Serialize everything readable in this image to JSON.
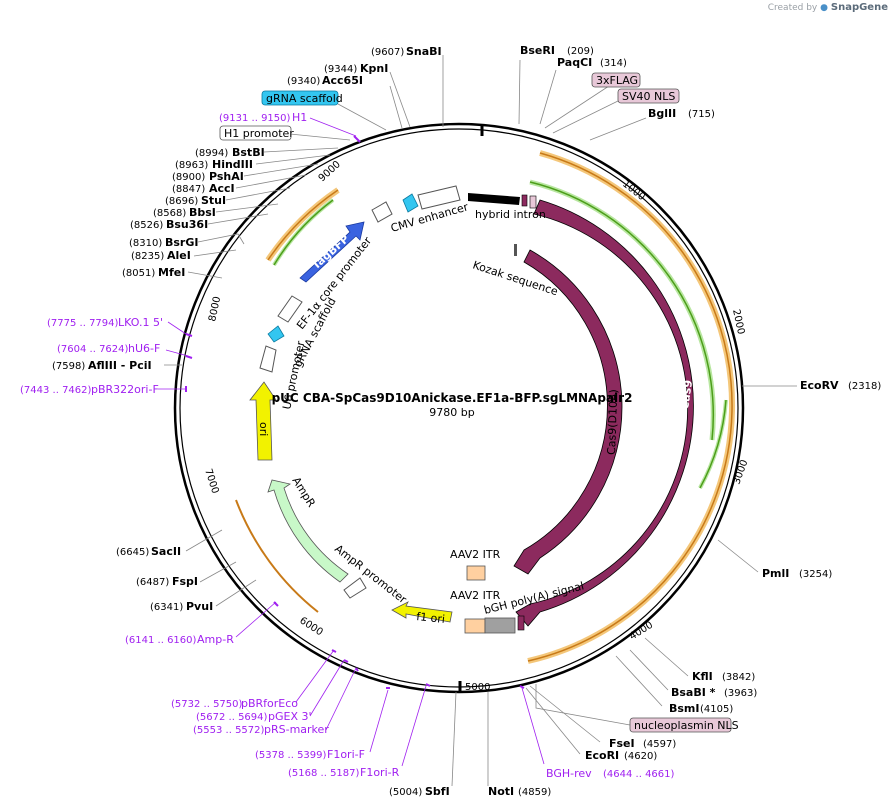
{
  "app": {
    "credit_prefix": "Created by",
    "credit_brand": "SnapGene"
  },
  "plasmid": {
    "name": "pUC CBA-SpCas9D10Anickase.EF1a-BFP.sgLMNApair2",
    "length_label": "9780 bp",
    "length": 9780
  },
  "ticks": [
    "1000",
    "2000",
    "3000",
    "4000",
    "5000",
    "6000",
    "7000",
    "8000",
    "9000"
  ],
  "sites_right": [
    {
      "name": "BseRI",
      "pos": "(209)"
    },
    {
      "name": "PaqCI",
      "pos": "(314)"
    },
    {
      "name": "BglII",
      "pos": "(715)"
    },
    {
      "name": "EcoRV",
      "pos": "(2318)"
    },
    {
      "name": "PmlI",
      "pos": "(3254)"
    },
    {
      "name": "KflI",
      "pos": "(3842)"
    },
    {
      "name": "BsaBI *",
      "pos": "(3963)"
    },
    {
      "name": "BsmI",
      "pos": "(4105)"
    },
    {
      "name": "FseI",
      "pos": "(4597)"
    },
    {
      "name": "EcoRI",
      "pos": "(4620)"
    },
    {
      "name": "NotI",
      "pos": "(4859)"
    }
  ],
  "sites_left": [
    {
      "name": "SnaBI",
      "pos": "(9607)"
    },
    {
      "name": "KpnI",
      "pos": "(9344)"
    },
    {
      "name": "Acc65I",
      "pos": "(9340)"
    },
    {
      "name": "BstBI",
      "pos": "(8994)"
    },
    {
      "name": "HindIII",
      "pos": "(8963)"
    },
    {
      "name": "PshAI",
      "pos": "(8900)"
    },
    {
      "name": "AccI",
      "pos": "(8847)"
    },
    {
      "name": "StuI",
      "pos": "(8696)"
    },
    {
      "name": "BbsI",
      "pos": "(8568)"
    },
    {
      "name": "Bsu36I",
      "pos": "(8526)"
    },
    {
      "name": "BsrGI",
      "pos": "(8310)"
    },
    {
      "name": "AleI",
      "pos": "(8235)"
    },
    {
      "name": "MfeI",
      "pos": "(8051)"
    },
    {
      "name": "AflIII  - PciI",
      "pos": "(7598)"
    },
    {
      "name": "SacII",
      "pos": "(6645)"
    },
    {
      "name": "FspI",
      "pos": "(6487)"
    },
    {
      "name": "PvuI",
      "pos": "(6341)"
    },
    {
      "name": "SbfI",
      "pos": "(5004)"
    }
  ],
  "primers": [
    {
      "name": "H1",
      "pos": "(9131 .. 9150)"
    },
    {
      "name": "LKO.1 5'",
      "pos": "(7775 .. 7794)"
    },
    {
      "name": "hU6-F",
      "pos": "(7604 .. 7624)"
    },
    {
      "name": "pBR322ori-F",
      "pos": "(7443 .. 7462)"
    },
    {
      "name": "Amp-R",
      "pos": "(6141 .. 6160)"
    },
    {
      "name": "pBRforEco",
      "pos": "(5732 .. 5750)"
    },
    {
      "name": "pGEX 3'",
      "pos": "(5672 .. 5694)"
    },
    {
      "name": "pRS-marker",
      "pos": "(5553 .. 5572)"
    },
    {
      "name": "F1ori-F",
      "pos": "(5378 .. 5399)"
    },
    {
      "name": "F1ori-R",
      "pos": "(5168 .. 5187)"
    },
    {
      "name": "BGH-rev",
      "pos": "(4644 .. 4661)"
    }
  ],
  "boxed_features": [
    {
      "label": "3xFLAG",
      "color": "#e8c8d8"
    },
    {
      "label": "SV40 NLS",
      "color": "#e8c8d8"
    },
    {
      "label": "gRNA scaffold",
      "color": "#33c6f0"
    },
    {
      "label": "H1 promoter",
      "color": "#ffffff"
    },
    {
      "label": "nucleoplasmin NLS",
      "color": "#e8c8d8"
    }
  ],
  "features": [
    {
      "label": "Cas9",
      "color": "#8c2a5e"
    },
    {
      "label": "Cas9(D10A)",
      "color": "#8c2a5e"
    },
    {
      "label": "hybrid intron",
      "color": "#000000"
    },
    {
      "label": "Kozak sequence",
      "color": "#555555"
    },
    {
      "label": "CMV enhancer",
      "color": "#ffffff"
    },
    {
      "label": "TagBFP",
      "color": "#3a63e0"
    },
    {
      "label": "EF-1α core promoter",
      "color": "#ffffff"
    },
    {
      "label": "gRNA scaffold",
      "color": "#33c6f0"
    },
    {
      "label": "U6 promoter",
      "color": "#ffffff"
    },
    {
      "label": "ori",
      "color": "#f2f200"
    },
    {
      "label": "AmpR",
      "color": "#c8f8c8"
    },
    {
      "label": "AmpR promoter",
      "color": "#ffffff"
    },
    {
      "label": "f1 ori",
      "color": "#f2f200"
    },
    {
      "label": "AAV2 ITR",
      "color": "#ffd0a0"
    },
    {
      "label": "AAV2 ITR",
      "color": "#ffd0a0"
    },
    {
      "label": "bGH poly(A) signal",
      "color": "#a0a0a0"
    }
  ],
  "colors": {
    "cas9": "#8c2a5e",
    "orf_green": "#4c9e1a",
    "orf_orange": "#c87a18",
    "primer": "#a020f0",
    "backbone": "#000000"
  }
}
